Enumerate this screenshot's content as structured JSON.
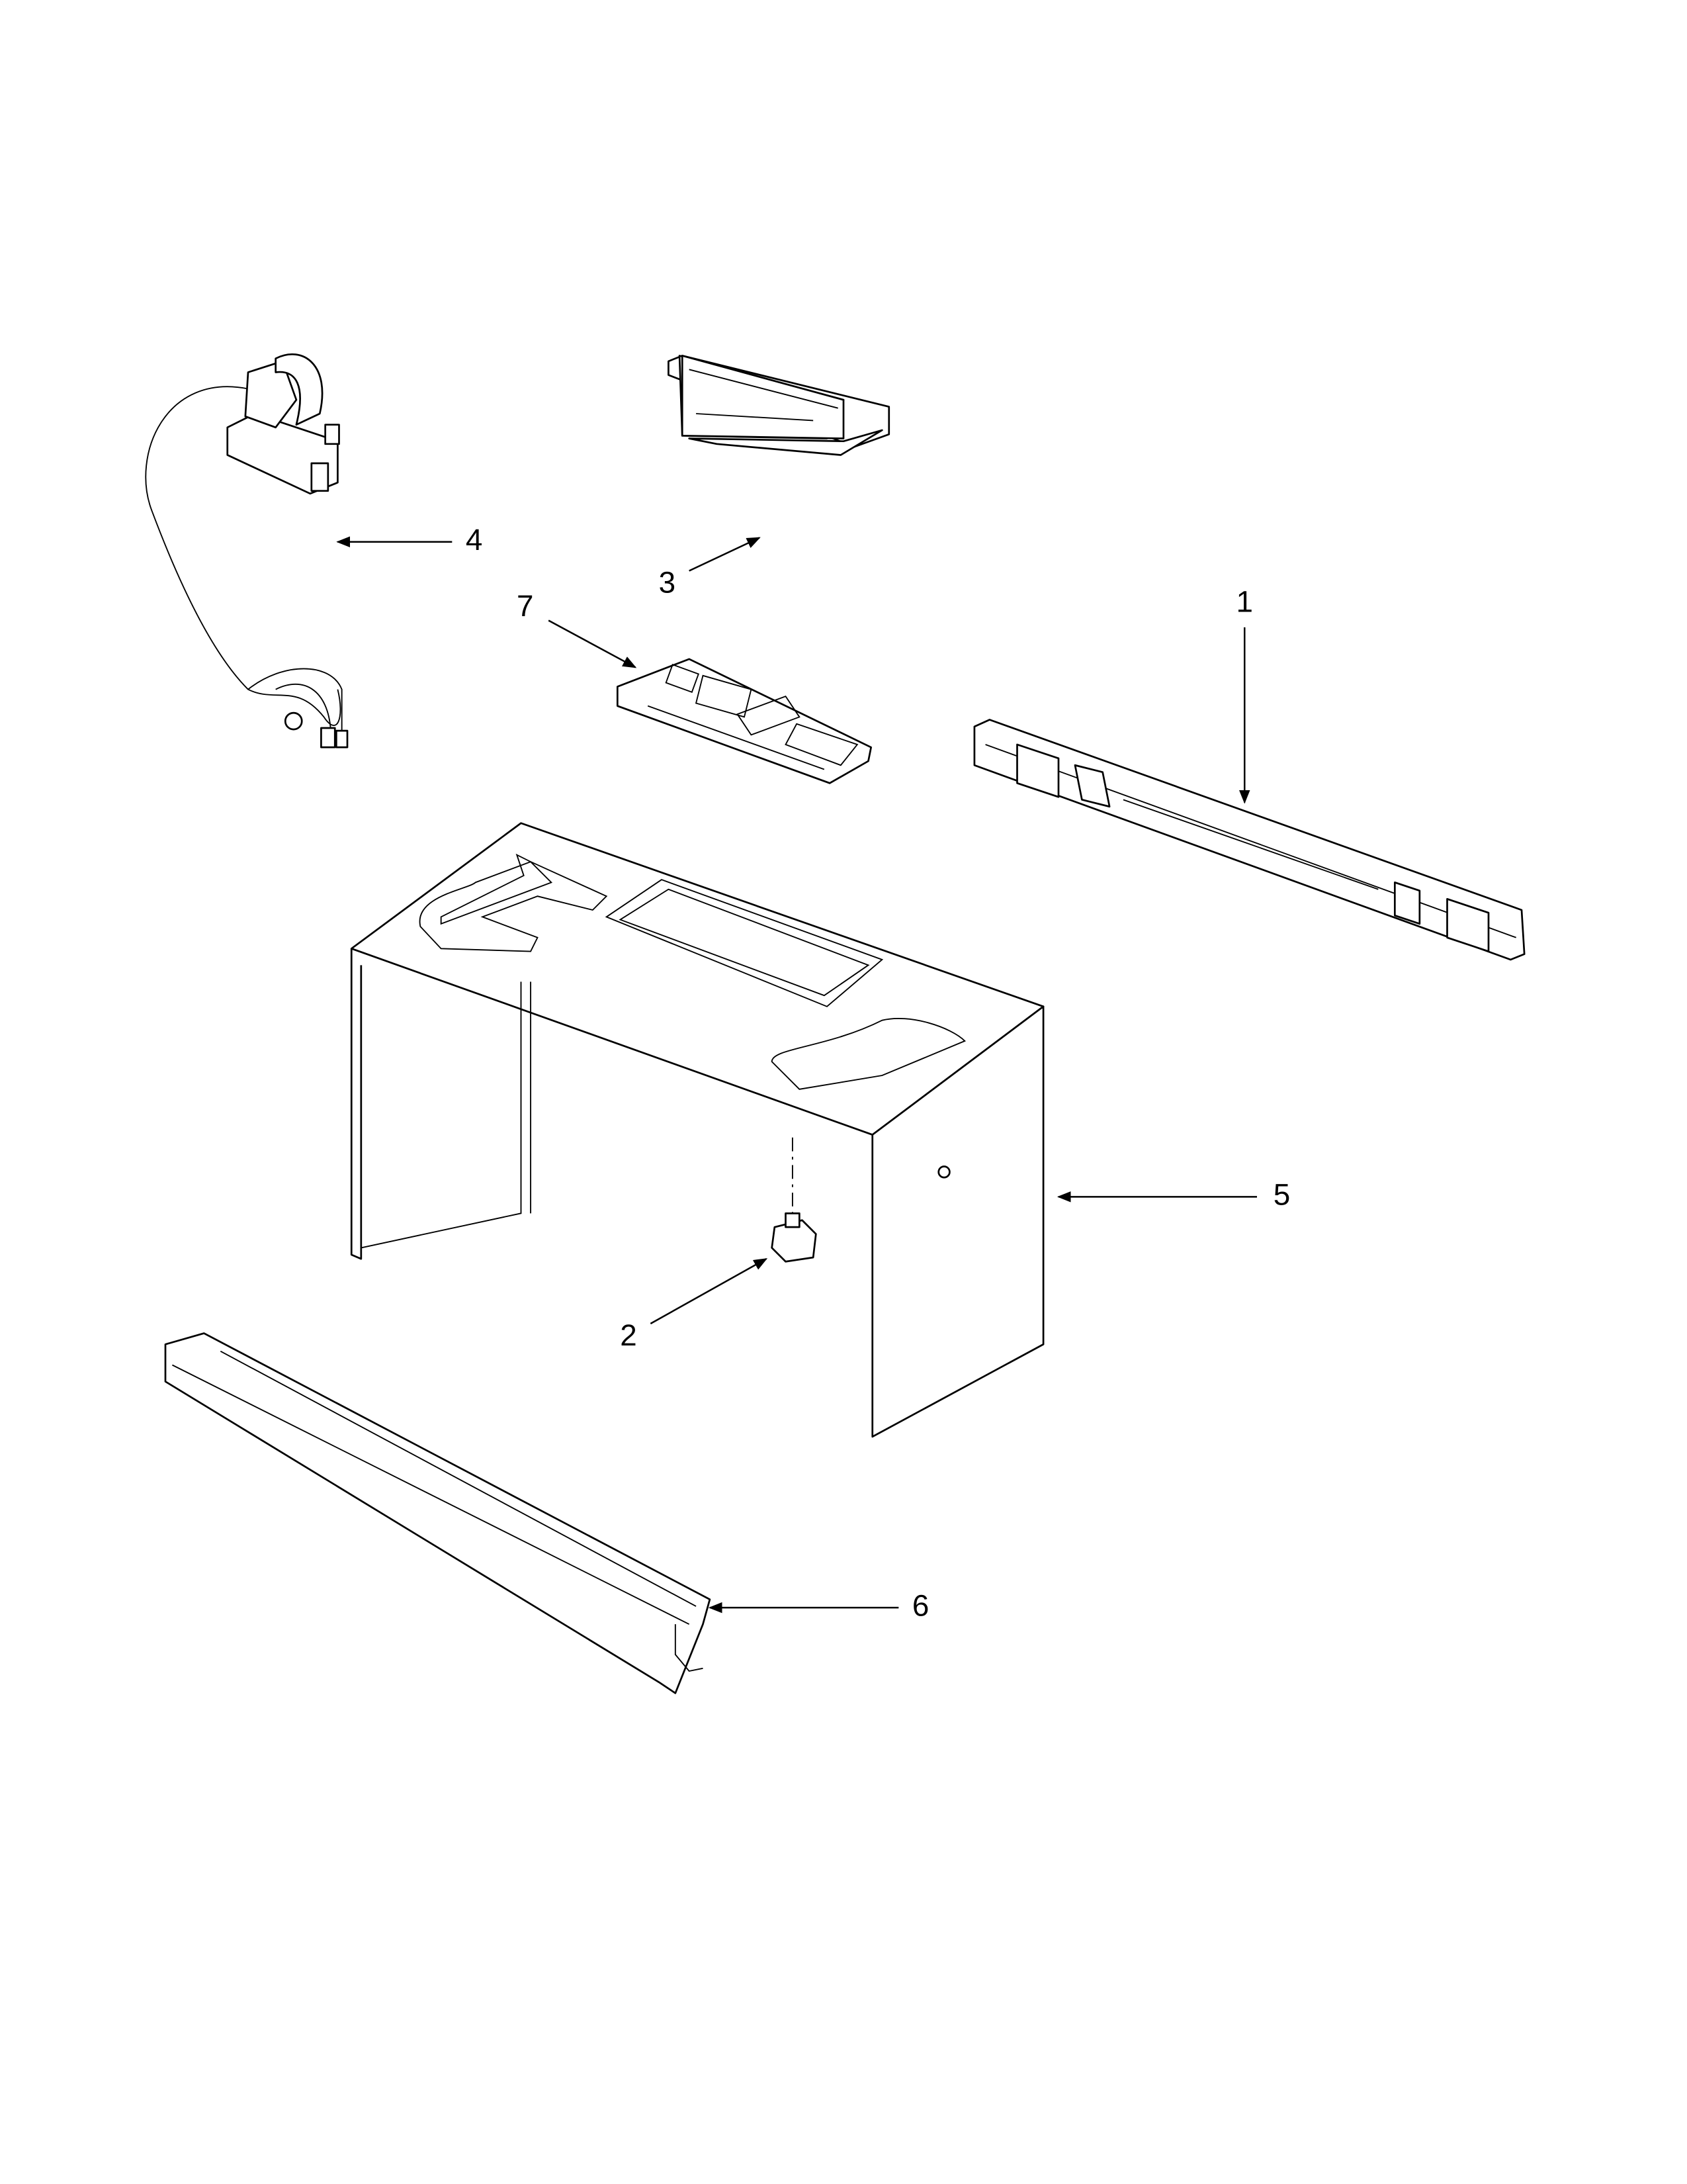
{
  "diagram": {
    "type": "exploded-parts-diagram",
    "callouts": [
      {
        "id": "1",
        "label": "1",
        "part": "mounting-rail"
      },
      {
        "id": "2",
        "label": "2",
        "part": "switch"
      },
      {
        "id": "3",
        "label": "3",
        "part": "damper-duct"
      },
      {
        "id": "4",
        "label": "4",
        "part": "power-cord"
      },
      {
        "id": "5",
        "label": "5",
        "part": "cabinet-wrapper"
      },
      {
        "id": "6",
        "label": "6",
        "part": "front-bottom-trim"
      },
      {
        "id": "7",
        "label": "7",
        "part": "bracket-plate"
      }
    ]
  }
}
